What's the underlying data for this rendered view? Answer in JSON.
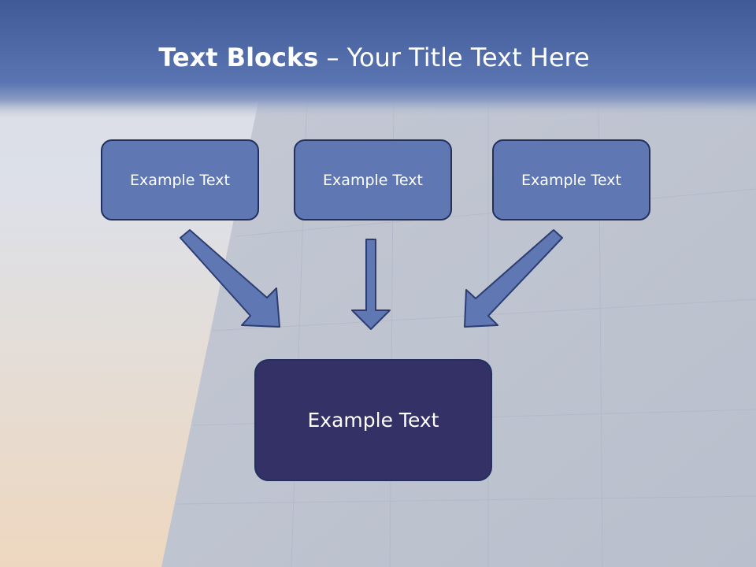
{
  "title": {
    "bold": "Text Blocks",
    "rest": " – Your Title Text Here"
  },
  "blocks": [
    {
      "label": "Example Text"
    },
    {
      "label": "Example Text"
    },
    {
      "label": "Example Text"
    }
  ],
  "main_block": {
    "label": "Example Text"
  },
  "colors": {
    "title_band": "#4a67a8",
    "block_fill": "#5f78b3",
    "block_border": "#22305e",
    "main_block_fill": "#333166",
    "arrow_fill": "#5f78b3",
    "arrow_stroke": "#2d3d72"
  }
}
